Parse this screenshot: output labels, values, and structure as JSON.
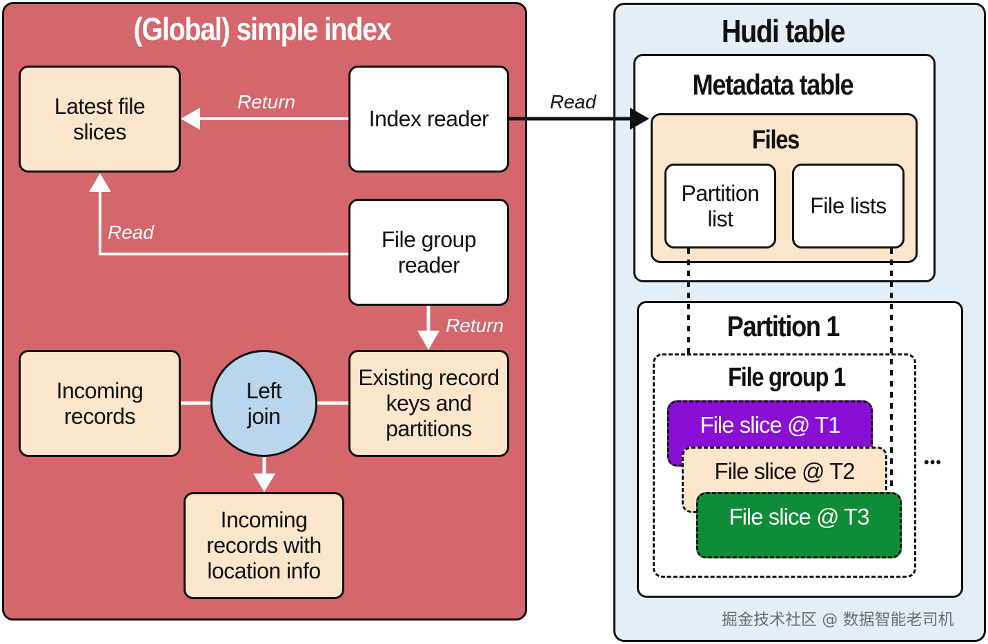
{
  "index_panel": {
    "title": "(Global) simple index",
    "latest_file_slices": "Latest file\nslices",
    "index_reader": "Index reader",
    "file_group_reader": "File group\nreader",
    "incoming_records": "Incoming\nrecords",
    "left_join": "Left\njoin",
    "existing_record_keys": "Existing record\nkeys and\npartitions",
    "incoming_with_location": "Incoming\nrecords with\nlocation info"
  },
  "edge_labels": {
    "return_top": "Return",
    "read_left": "Read",
    "return_down": "Return",
    "read_metadata": "Read"
  },
  "hudi_table": {
    "title": "Hudi table",
    "metadata_table": {
      "title": "Metadata table",
      "files": {
        "title": "Files",
        "partition_list": "Partition\nlist",
        "file_lists": "File lists"
      }
    },
    "partition": {
      "title": "Partition 1",
      "file_group": {
        "title": "File group 1",
        "slices": [
          "File slice @ T1",
          "File slice @ T2",
          "File slice @ T3"
        ]
      },
      "ellipsis": "•••"
    }
  },
  "watermark": "掘金技术社区 @ 数据智能老司机",
  "colors": {
    "index_panel": "#d3676b",
    "hudi_panel": "#e4eef8",
    "beige": "#fbe6cb",
    "join_circle": "#b9d6ec",
    "slice_t1": "#8a0fd6",
    "slice_t2": "#fbe6cb",
    "slice_t3": "#0e8c37"
  }
}
